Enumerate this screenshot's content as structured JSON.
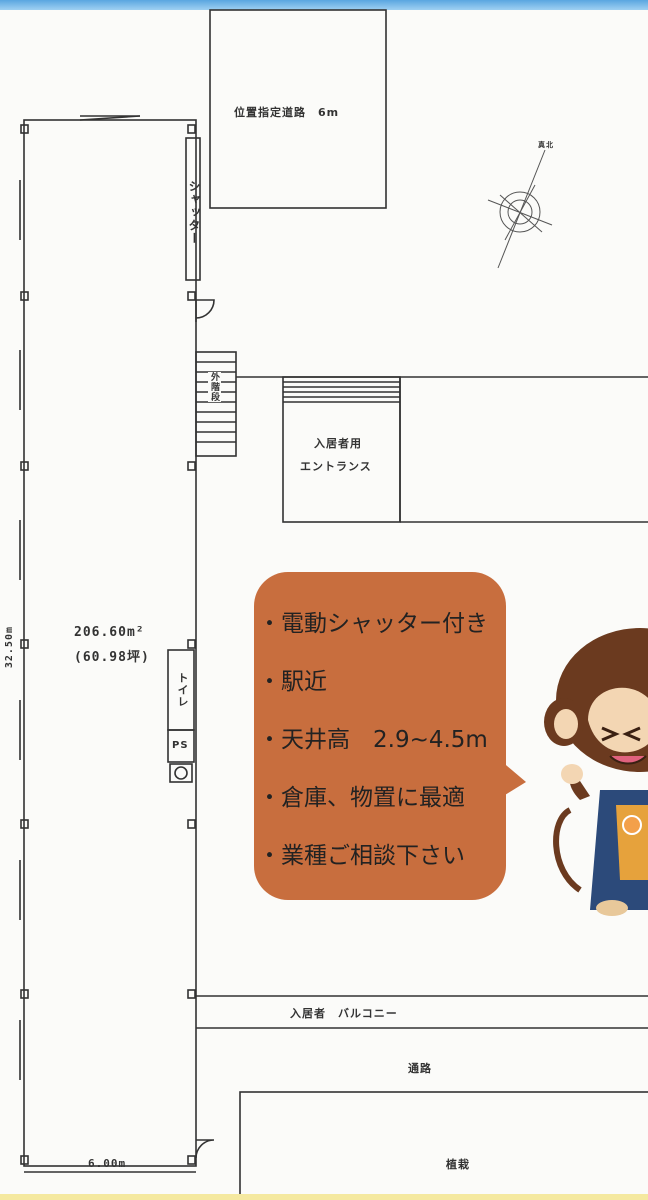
{
  "plan": {
    "road_label": "位置指定道路　6m",
    "north_label": "真北",
    "shutter_label": "シャッター",
    "stairs_label": "外階段",
    "entrance_label_1": "入居者用",
    "entrance_label_2": "エントランス",
    "area_m2": "206.60m²",
    "area_tsubo": "(60.98坪)",
    "depth_dim": "32.50m",
    "width_dim": "6.00m",
    "toilet_label": "トイレ",
    "ps_label": "PS",
    "balcony_label": "入居者　バルコニー",
    "passage_label": "通路",
    "planting_label": "植栽"
  },
  "callout": {
    "items": [
      "・電動シャッター付き",
      "・駅近",
      "・天井高　2.9~4.5m",
      "・倉庫、物置に最適",
      "・業種ご相談下さい"
    ]
  },
  "mascot": {
    "icon": "monkey-mascot-icon",
    "badge_icon": "orange-badge-icon"
  },
  "colors": {
    "callout_bg": "#c86e3e",
    "header_bar": "#5aa6e0",
    "footer_bar": "#f5e9a0",
    "line": "#333333"
  }
}
